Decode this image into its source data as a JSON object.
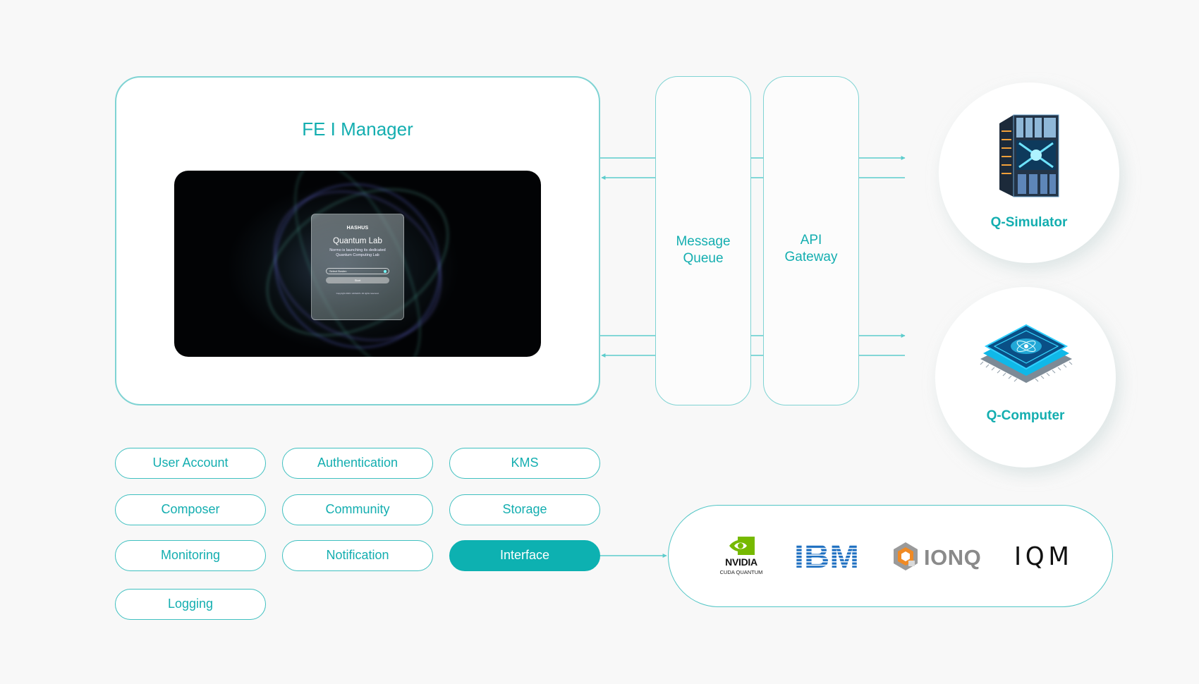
{
  "fe_manager": {
    "title": "FE I Manager",
    "screen": {
      "brand": "HASHUS",
      "title": "Quantum Lab",
      "subtitle_line1": "Normo is launching its dedicated",
      "subtitle_line2": "Quantum Computing Lab",
      "select_placeholder": "Select Boslen",
      "start_label": "Start",
      "copyright": "Copyright 2023. HASHUS. All rights reserved."
    }
  },
  "middleware": [
    {
      "line1": "Message",
      "line2": "Queue"
    },
    {
      "line1": "API",
      "line2": "Gateway"
    }
  ],
  "backends": [
    {
      "label": "Q-Simulator",
      "icon": "server-rack-icon"
    },
    {
      "label": "Q-Computer",
      "icon": "quantum-chip-icon"
    }
  ],
  "modules": [
    {
      "label": "User Account",
      "active": false
    },
    {
      "label": "Authentication",
      "active": false
    },
    {
      "label": "KMS",
      "active": false
    },
    {
      "label": "Composer",
      "active": false
    },
    {
      "label": "Community",
      "active": false
    },
    {
      "label": "Storage",
      "active": false
    },
    {
      "label": "Monitoring",
      "active": false
    },
    {
      "label": "Notification",
      "active": false
    },
    {
      "label": "Interface",
      "active": true
    },
    {
      "label": "Logging",
      "active": false
    }
  ],
  "providers": [
    {
      "name": "NVIDIA",
      "sub": "CUDA QUANTUM"
    },
    {
      "name": "IBM"
    },
    {
      "name": "IONQ"
    },
    {
      "name": "IQM"
    }
  ],
  "colors": {
    "accent": "#14aeb0",
    "border": "#7fd3d3",
    "arrow": "#5ccccc",
    "active_fill": "#0db1b1",
    "background": "#f8f8f8",
    "nvidia_green": "#76b900",
    "ibm_blue": "#1f70c1",
    "ionq_gray": "#8a8a8a",
    "ionq_orange": "#f08a24"
  }
}
